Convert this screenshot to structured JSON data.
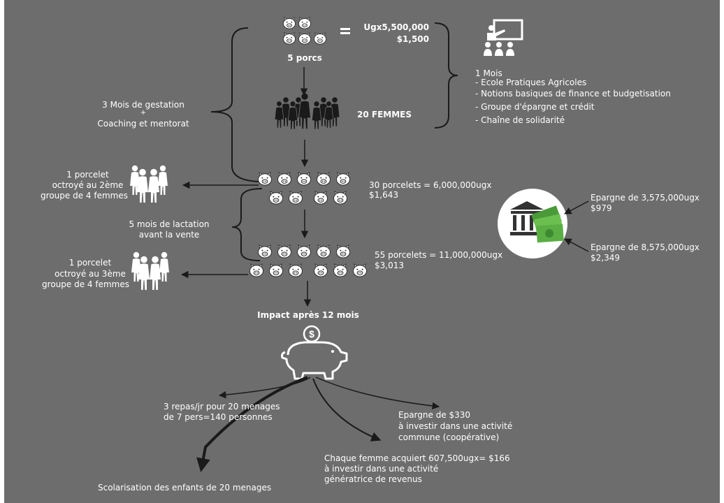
{
  "colors": {
    "background": "#6d6d6d",
    "foreground": "#ffffff",
    "pig_face": "#ffffff",
    "pig_outline": "#333333",
    "cash": "#6bbf4e"
  },
  "top": {
    "pig_count": 5,
    "equals": "=",
    "price_ugx": "Ugx5,500,000",
    "price_usd": "$1,500",
    "label": "5 porcs"
  },
  "women": {
    "label": "20 FEMMES",
    "icon": "group-of-women-icon"
  },
  "training": {
    "icon": "teacher-presentation-icon",
    "duration": "1 Mois",
    "items": [
      "- Ecole Pratiques Agricoles",
      "- Notions basiques de finance et budgetisation",
      "- Groupe d'épargne et crédit",
      "- Chaîne de solidarité"
    ]
  },
  "gestation": {
    "line1": "3 Mois de gestation",
    "plus": "+",
    "line2": "Coaching et mentorat"
  },
  "stage1": {
    "pig_count": 9,
    "line1": "30 porcelets = 6,000,000ugx",
    "line2": "$1,643"
  },
  "gift1": {
    "line1": "1 porcelet",
    "line2": "octroyé au 2ème",
    "line3": "groupe de 4 femmes",
    "icon": "four-women-icon"
  },
  "lactation": {
    "line1": "5 mois de lactation",
    "line2": "avant la vente"
  },
  "stage2": {
    "pig_count": 11,
    "line1": "55 porcelets = 11,000,000ugx",
    "line2": "$3,013"
  },
  "gift2": {
    "line1": "1 porcelet",
    "line2": "octroyé au 3ème",
    "line3": "groupe de 4 femmes",
    "icon": "four-women-icon"
  },
  "savings": {
    "icon": "bank-with-cash-icon",
    "first_line1": "Epargne de 3,575,000ugx",
    "first_line2": "$979",
    "second_line1": "Epargne de 8,575,000ugx",
    "second_line2": "$2,349"
  },
  "impact": {
    "title": "Impact après 12 mois",
    "icon": "piggy-bank-icon",
    "meals_line1": "3 repas/jr pour 20 menages",
    "meals_line2": "de 7 pers=140 personnes",
    "schooling": "Scolarisation des enfants de 20 menages",
    "income_line1": "Chaque femme acquiert 607,500ugx= $166",
    "income_line2": "à investir dans une activité",
    "income_line3": "génératrice de revenus",
    "coop_line1": "Epargne de $330",
    "coop_line2": "à investir dans une activité",
    "coop_line3": "commune (coopérative)"
  }
}
